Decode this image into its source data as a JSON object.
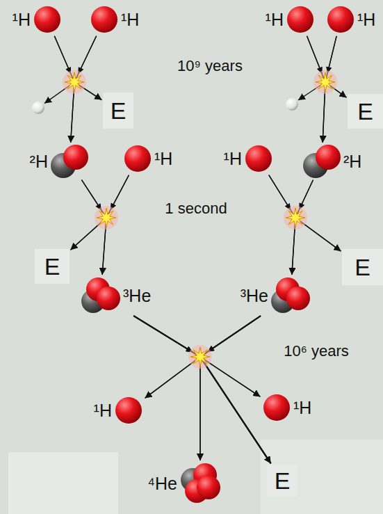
{
  "diagram": {
    "nodes": [
      {
        "text": [
          "¹H"
        ]
      },
      {
        "text": [
          "¹H"
        ]
      },
      {
        "text": [
          "¹H"
        ]
      },
      {
        "text": [
          "¹H"
        ]
      },
      {
        "text": [
          "E"
        ]
      },
      {
        "text": [
          "E"
        ]
      },
      {
        "text": [
          "²H"
        ]
      },
      {
        "text": [
          "¹H"
        ]
      },
      {
        "text": [
          "¹H"
        ]
      },
      {
        "text": [
          "²H"
        ]
      },
      {
        "text": [
          "E"
        ]
      },
      {
        "text": [
          "E"
        ]
      },
      {
        "text": [
          "³He"
        ]
      },
      {
        "text": [
          "³He"
        ]
      },
      {
        "text": [
          "¹H"
        ]
      },
      {
        "text": [
          "¹H"
        ]
      },
      {
        "text": [
          "⁴He"
        ]
      },
      {
        "text": [
          "E"
        ]
      }
    ],
    "edges": [
      {
        "from": 0,
        "to": 4,
        "arrow": "to"
      },
      {
        "from": 0,
        "to": 6,
        "arrow": "to"
      },
      {
        "from": 1,
        "to": 4,
        "arrow": "to"
      },
      {
        "from": 1,
        "to": 6,
        "arrow": "to"
      },
      {
        "from": 2,
        "to": 5,
        "arrow": "to"
      },
      {
        "from": 2,
        "to": 9,
        "arrow": "to"
      },
      {
        "from": 3,
        "to": 5,
        "arrow": "to"
      },
      {
        "from": 3,
        "to": 9,
        "arrow": "to"
      },
      {
        "from": 6,
        "to": 10,
        "arrow": "to"
      },
      {
        "from": 6,
        "to": 12,
        "arrow": "to"
      },
      {
        "from": 7,
        "to": 10,
        "arrow": "to"
      },
      {
        "from": 7,
        "to": 12,
        "arrow": "to"
      },
      {
        "from": 8,
        "to": 11,
        "arrow": "to"
      },
      {
        "from": 8,
        "to": 13,
        "arrow": "to"
      },
      {
        "from": 9,
        "to": 11,
        "arrow": "to"
      },
      {
        "from": 9,
        "to": 13,
        "arrow": "to"
      },
      {
        "from": 12,
        "to": 14,
        "arrow": "to"
      },
      {
        "from": 12,
        "to": 15,
        "arrow": "to"
      },
      {
        "from": 12,
        "to": 16,
        "arrow": "to"
      },
      {
        "from": 12,
        "to": 17,
        "arrow": "to"
      },
      {
        "from": 13,
        "to": 14,
        "arrow": "to"
      },
      {
        "from": 13,
        "to": 15,
        "arrow": "to"
      },
      {
        "from": 13,
        "to": 16,
        "arrow": "to"
      },
      {
        "from": 13,
        "to": 17,
        "arrow": "to"
      }
    ],
    "labels": [
      "10⁹ years",
      "1 second",
      "10⁶ years"
    ]
  }
}
